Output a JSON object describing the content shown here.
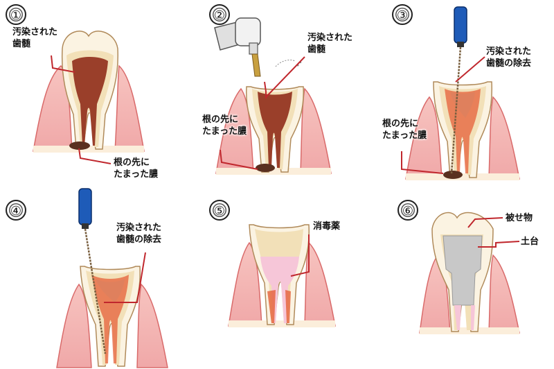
{
  "panels": [
    {
      "number": "①",
      "labels": {
        "infected_pulp": "汚染された\n歯髄",
        "root_pus": "根の先に\nたまった膿"
      }
    },
    {
      "number": "②",
      "labels": {
        "infected_pulp": "汚染された\n歯髄",
        "root_pus": "根の先に\nたまった膿"
      }
    },
    {
      "number": "③",
      "labels": {
        "pulp_removal": "汚染された\n歯髄の除去",
        "root_pus": "根の先に\nたまった膿"
      }
    },
    {
      "number": "④",
      "labels": {
        "pulp_removal": "汚染された\n歯髄の除去"
      }
    },
    {
      "number": "⑤",
      "labels": {
        "disinfectant": "消毒薬"
      }
    },
    {
      "number": "⑥",
      "labels": {
        "crown": "被せ物",
        "core": "土台"
      }
    }
  ],
  "colors": {
    "gum": "#f0a8a8",
    "gum_dark": "#d96a6a",
    "enamel": "#fbf3e2",
    "dentin": "#f2e0b8",
    "infected_pulp": "#9a3f2a",
    "healthy_pulp": "#e5603a",
    "pus": "#5a3020",
    "leader_line": "#c0272d",
    "file_handle": "#1e5bb8",
    "core": "#c8c8c8",
    "disinfectant": "#f6c6d8"
  }
}
